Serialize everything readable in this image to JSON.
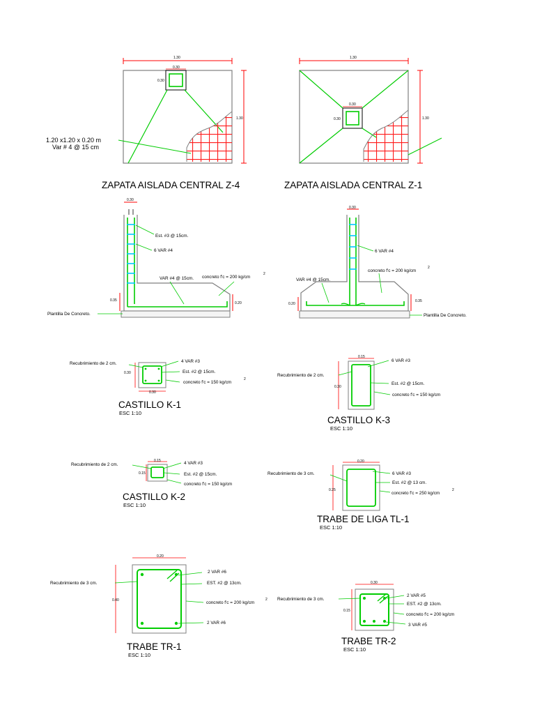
{
  "colors": {
    "concrete": "#7f7f7f",
    "rebar": "#00cc00",
    "rebar_light": "#00e676",
    "stirrup_v": "#00c8ff",
    "grid": "#ff1a1a",
    "dim": "#ff0000",
    "leader": "#00cc00",
    "text": "#000000"
  },
  "zapata_z4": {
    "title": "ZAPATA AISLADA CENTRAL Z-4",
    "dim_width": "1.30",
    "dim_height": "1.30",
    "col_w": "0.30",
    "col_h": "0.30",
    "note_line1": "1.20 x1.20 x 0.20  m",
    "note_line2": "Var # 4 @ 15 cm"
  },
  "zapata_z1": {
    "title": "ZAPATA AISLADA CENTRAL Z-1",
    "dim_width": "1.30",
    "dim_height": "1.30",
    "col_w": "0.30",
    "col_h": "0.30"
  },
  "section_left": {
    "dim_top": "0.30",
    "est": "Est. #3 @ 15cm.",
    "var": "6 VAR #4",
    "var_bottom": "VAR #4 @ 15cm.",
    "concrete": "concreto f'c = 200 kg/cm",
    "exp": "2",
    "dim_left": "0.35",
    "dim_right": "0.20",
    "plantilla": "Plantilla De Concreto."
  },
  "section_right": {
    "dim_top": "0.30",
    "var": "6 VAR #4",
    "concrete": "concreto f'c = 200 kg/cm",
    "exp": "2",
    "var_bottom": "VAR #4 @ 15cm.",
    "dim_left": "0.20",
    "dim_right": "0.35",
    "plantilla": "Plantilla De Concreto."
  },
  "castillo_k1": {
    "title": "CASTILLO K-1",
    "esc": "ESC 1:10",
    "recub": "Recubrimiento de 2 cm.",
    "var": "4 VAR #3",
    "est": "Est. #2 @ 15cm.",
    "concrete": "concreto f'c = 150 kg/cm",
    "exp": "2",
    "dim_h": "0.30",
    "dim_w": "0.30"
  },
  "castillo_k3": {
    "title": "CASTILLO K-3",
    "esc": "ESC 1:10",
    "recub": "Recubrimiento de 2 cm.",
    "var": "6 VAR #3",
    "est": "Est. #2 @ 15cm.",
    "concrete": "concreto f'c = 150 kg/cm",
    "dim_w": "0.15",
    "dim_h": "0.30"
  },
  "castillo_k2": {
    "title": "CASTILLO K-2",
    "esc": "ESC 1:10",
    "recub": "Recubrimiento de 2 cm.",
    "var": "4 VAR #3",
    "est": "Est. #2 @ 15cm.",
    "concrete": "concreto f'c = 150 kg/cm",
    "dim_w": "0.15",
    "dim_h": "0.15"
  },
  "trabe_tl1": {
    "title": "TRABE DE LIGA TL-1",
    "esc": "ESC 1:10",
    "recub": "Recubrimiento de 3 cm.",
    "var": "6 VAR #3",
    "est": "Est. #2 @ 13 cm.",
    "concrete": "concreto f'c = 250 kg/cm",
    "exp": "2",
    "dim_w": "0.20",
    "dim_h": "0.25"
  },
  "trabe_tr1": {
    "title": "TRABE TR-1",
    "esc": "ESC 1:10",
    "recub": "Recubrimiento de 3 cm.",
    "var_top": "2 VAR #6",
    "est": "EST. #2 @ 13cm.",
    "concrete": "concreto f'c = 200 kg/cm",
    "exp": "2",
    "var_bottom": "2 VAR #6",
    "dim_w": "0.20",
    "dim_h": "0.40"
  },
  "trabe_tr2": {
    "title": "TRABE TR-2",
    "esc": "ESC 1:10",
    "recub": "Recubrimiento de 3 cm.",
    "var_top": "2 VAR #5",
    "est": "EST. #2 @ 13cm.",
    "concrete": "concreto f'c = 200 kg/cm",
    "var_bottom": "3 VAR #5",
    "dim_w": "0.30",
    "dim_h": "0.15"
  }
}
